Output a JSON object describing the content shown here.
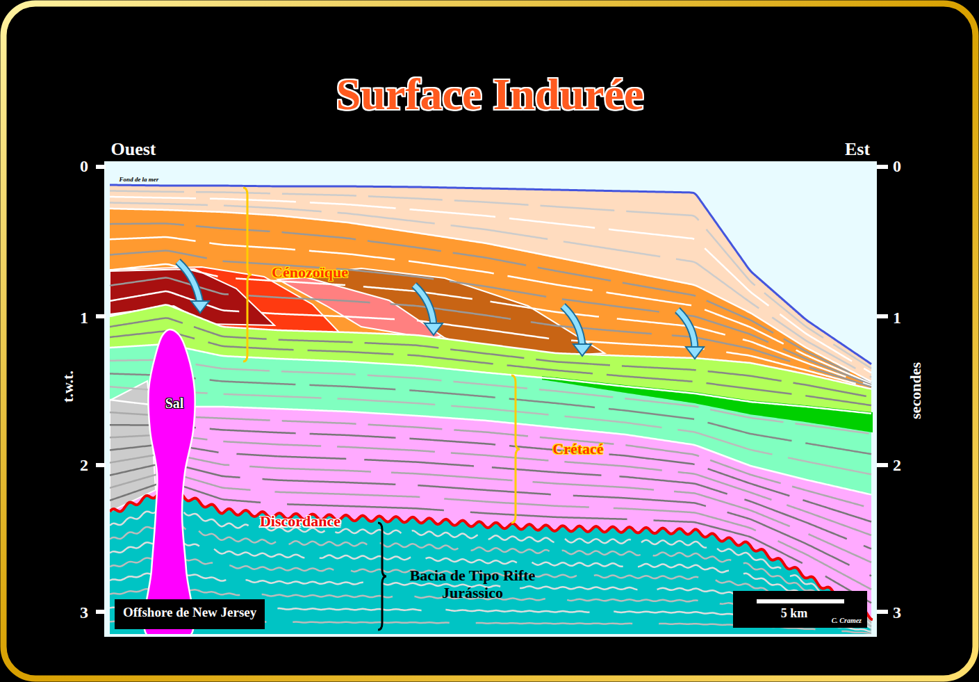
{
  "diagram": {
    "title": "Surface Indurée",
    "nodes": [
      {
        "text": [
          "Offshore de New Jersey"
        ]
      },
      {
        "text": [
          "5 km",
          "C. Cramez"
        ]
      }
    ],
    "labels": [
      "Ouest",
      "Est",
      "0",
      "1",
      "2",
      "3",
      "0",
      "1",
      "2",
      "3",
      "t.w.t.",
      "secondes",
      "Fond de la mer",
      "Cénozoïque",
      "Crétacé",
      "Discordance",
      "Bacia de Tipo Rifte Jurássico",
      "Sal"
    ]
  }
}
